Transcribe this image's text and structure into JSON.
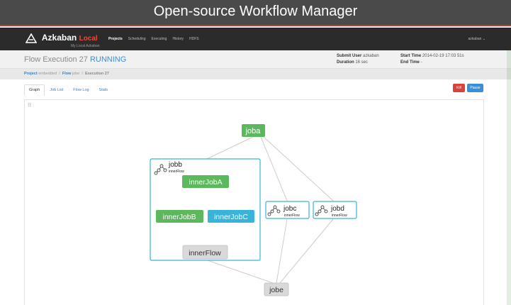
{
  "banner": {
    "title": "Open-source Workflow Manager"
  },
  "app": {
    "name": "Azkaban",
    "local_label": "Local",
    "subtitle": "My Local Azkaban"
  },
  "nav": {
    "items": [
      "Projects",
      "Scheduling",
      "Executing",
      "History",
      "HDFS"
    ],
    "user": "azkaban ⌄"
  },
  "execution": {
    "title": "Flow Execution 27",
    "status": "RUNNING",
    "submit_user_label": "Submit User",
    "submit_user": "azkaban",
    "duration_label": "Duration",
    "duration": "16 sec",
    "start_time_label": "Start Time",
    "start_time": "2014-02-19 17:03 51s",
    "end_time_label": "End Time",
    "end_time": "-"
  },
  "breadcrumb": {
    "project_label": "Project",
    "project": "embedded",
    "flow_label": "Flow",
    "flow": "jobe",
    "execution": "Execution 27"
  },
  "tabs": [
    "Graph",
    "Job List",
    "Flow Log",
    "Stats"
  ],
  "buttons": {
    "kill": "Kill",
    "pause": "Pause"
  },
  "graph": {
    "nodes": {
      "joba": "joba",
      "jobb": "jobb",
      "jobb_type": "innerFlow",
      "innerJobA": "innerJobA",
      "innerJobB": "innerJobB",
      "innerJobC": "innerJobC",
      "innerFlow": "innerFlow",
      "jobc": "jobc",
      "jobc_type": "innerFlow",
      "jobd": "jobd",
      "jobd_type": "innerFlow",
      "jobe": "jobe"
    },
    "colors": {
      "success": "#5cb85c",
      "running": "#39b3d7",
      "pending": "#d9d9d9",
      "edge": "#cccccc"
    }
  }
}
